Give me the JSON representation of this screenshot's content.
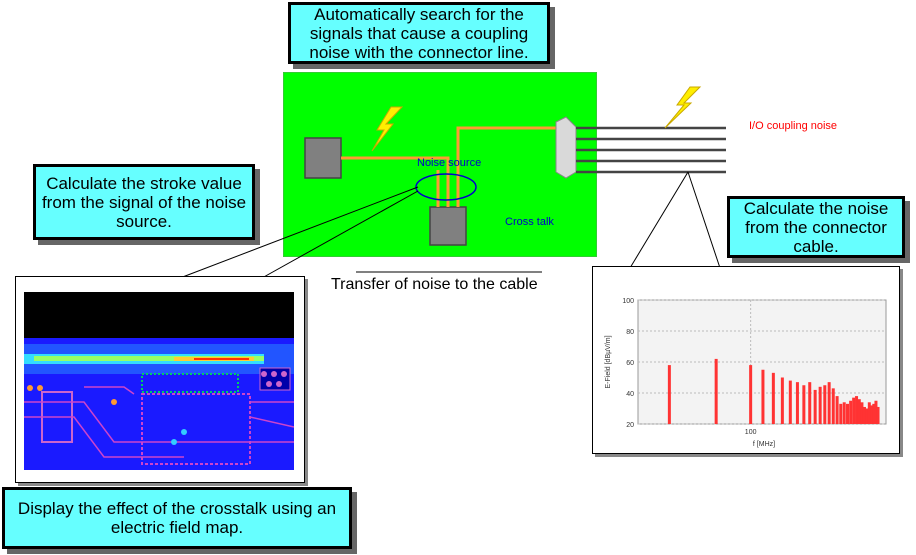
{
  "callouts": {
    "auto_search": "Automatically search for the signals that cause a coupling noise with the connector line.",
    "stroke_value": "Calculate the stroke value from the signal of the noise source.",
    "connector_noise": "Calculate the noise from the connector cable.",
    "field_map": "Display the effect of the crosstalk using an electric field map."
  },
  "board": {
    "noise_source": "Noise source",
    "cross_talk": "Cross talk",
    "io_coupling_noise": "I/O coupling noise",
    "transfer_caption": "Transfer of noise to the cable"
  },
  "colors": {
    "board": "#00ff00",
    "callout": "#66ffff",
    "trace": "#ff9933",
    "bar": "#ff3333",
    "label_blue": "#0000cc",
    "label_red": "#ff0000"
  },
  "chart_data": {
    "type": "bar",
    "ylabel": "E-Field [dBµV/m]",
    "xlabel": "f [MHz]",
    "ylim": [
      20,
      100
    ],
    "y_ticks": [
      "100",
      "80",
      "60",
      "40",
      "20"
    ],
    "x_tick": "100",
    "x": [
      30,
      60,
      100,
      120,
      140,
      160,
      180,
      200,
      220,
      240,
      260,
      280,
      300,
      320,
      340,
      360,
      380,
      400,
      420,
      440,
      460,
      480,
      500,
      520,
      540,
      560,
      580,
      600,
      620,
      640,
      660
    ],
    "values": [
      58,
      62,
      58,
      55,
      53,
      50,
      48,
      47,
      45,
      47,
      42,
      44,
      45,
      47,
      43,
      38,
      33,
      34,
      33,
      35,
      37,
      38,
      36,
      34,
      31,
      30,
      34,
      32,
      33,
      35,
      31
    ]
  }
}
